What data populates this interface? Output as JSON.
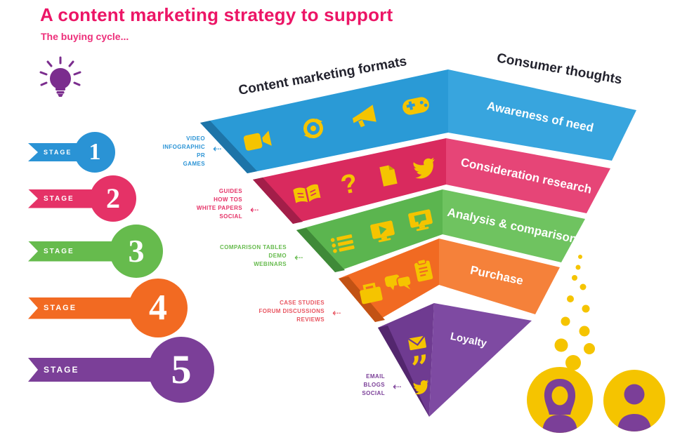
{
  "header": {
    "title": "A content marketing strategy to support",
    "subtitle": "The buying cycle...",
    "title_color": "#ec1566"
  },
  "column_headers": {
    "formats": "Content marketing formats",
    "thoughts": "Consumer thoughts"
  },
  "stages": [
    {
      "label": "STAGE",
      "number": "1",
      "color": "#2a93d5"
    },
    {
      "label": "STAGE",
      "number": "2",
      "color": "#e53267"
    },
    {
      "label": "STAGE",
      "number": "3",
      "color": "#66bb4d"
    },
    {
      "label": "STAGE",
      "number": "4",
      "color": "#f26a22"
    },
    {
      "label": "STAGE",
      "number": "5",
      "color": "#7b3f98"
    }
  ],
  "arrow_glyph": "⇠",
  "funnel": {
    "icon_color": "#f5c400",
    "glyphs": {
      "question": "?",
      "quote": "”"
    },
    "levels": [
      {
        "thought": "Awareness of need",
        "color": "#2a9ad6",
        "formats": [
          "VIDEO",
          "INFOGRAPHIC",
          "PR",
          "GAMES"
        ],
        "icons": [
          "video-camera-icon",
          "refresh-circle-icon",
          "megaphone-icon",
          "game-controller-icon"
        ]
      },
      {
        "thought": "Consideration research",
        "color": "#d92a5e",
        "formats": [
          "GUIDES",
          "HOW TOS",
          "WHITE PAPERS",
          "SOCIAL"
        ],
        "icons": [
          "open-book-icon",
          "question-mark-icon",
          "document-icon",
          "twitter-icon"
        ]
      },
      {
        "thought": "Analysis & comparison",
        "color": "#5bb54f",
        "formats": [
          "COMPARISON TABLES",
          "DEMO",
          "WEBINARS"
        ],
        "icons": [
          "list-icon",
          "video-screen-icon",
          "chat-screen-icon"
        ]
      },
      {
        "thought": "Purchase",
        "color": "#f16a22",
        "formats": [
          "CASE STUDIES",
          "FORUM DISCUSSIONS",
          "REVIEWS"
        ],
        "icons": [
          "briefcase-icon",
          "chat-bubbles-icon",
          "clipboard-icon"
        ]
      },
      {
        "thought": "Loyalty",
        "color": "#6f3b91",
        "formats": [
          "EMAIL",
          "BLOGS",
          "SOCIAL"
        ],
        "icons": [
          "envelope-icon",
          "quote-icon",
          "twitter-icon"
        ]
      }
    ]
  },
  "avatars": {
    "fill": "#f5c400",
    "silhouette": "#7b3f98",
    "items": [
      "female-avatar",
      "male-avatar"
    ]
  }
}
